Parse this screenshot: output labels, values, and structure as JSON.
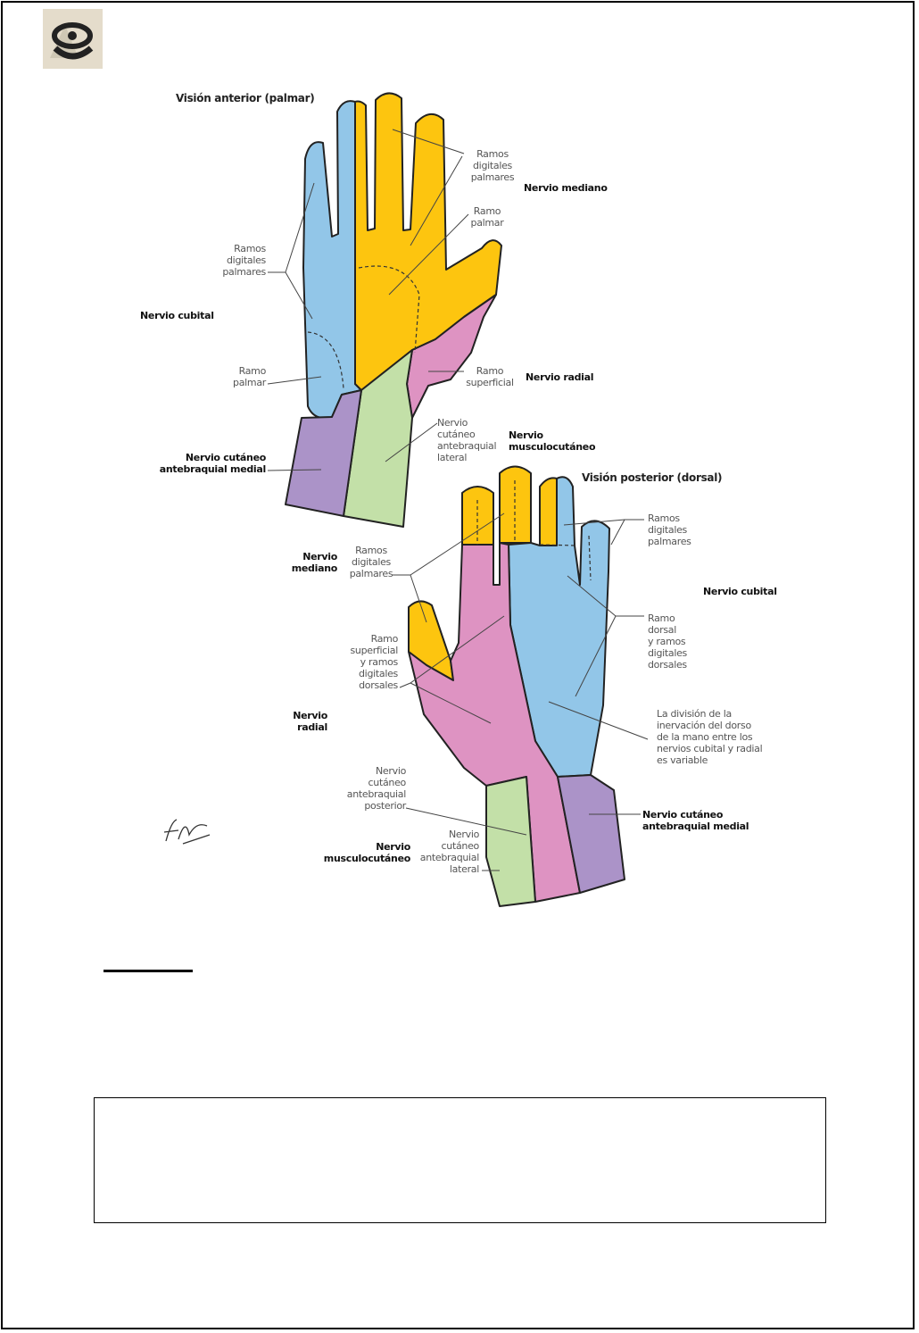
{
  "anterior": {
    "title": "Visión anterior (palmar)",
    "median_digital": [
      "Ramos",
      "digitales",
      "palmares"
    ],
    "median_palmar": [
      "Ramo",
      "palmar"
    ],
    "median_nerve": "Nervio mediano",
    "ulnar_digital": [
      "Ramos",
      "digitales",
      "palmares"
    ],
    "ulnar_nerve": "Nervio cubital",
    "ulnar_palmar": [
      "Ramo",
      "palmar"
    ],
    "radial_superficial": [
      "Ramo",
      "superficial"
    ],
    "radial_nerve": "Nervio radial",
    "lateral_cutaneous": [
      "Nervio",
      "cutáneo",
      "antebraquial",
      "lateral"
    ],
    "musculocutaneous": [
      "Nervio",
      "musculocutáneo"
    ],
    "medial_cutaneous": [
      "Nervio cutáneo",
      "antebraquial medial"
    ]
  },
  "posterior": {
    "title": "Visión posterior (dorsal)",
    "ulnar_digital": [
      "Ramos",
      "digitales",
      "palmares"
    ],
    "ulnar_nerve": "Nervio cubital",
    "ulnar_dorsal": [
      "Ramo",
      "dorsal",
      "y ramos",
      "digitales",
      "dorsales"
    ],
    "variable_note": [
      "La división de la",
      "inervación del dorso",
      "de la mano entre los",
      "nervios cubital y radial",
      "es variable"
    ],
    "medial_cutaneous": [
      "Nervio cutáneo",
      "antebraquial medial"
    ],
    "median_nerve": [
      "Nervio",
      "mediano"
    ],
    "median_digital": [
      "Ramos",
      "digitales",
      "palmares"
    ],
    "radial_superficial": [
      "Ramo",
      "superficial",
      "y ramos",
      "digitales",
      "dorsales"
    ],
    "radial_nerve": [
      "Nervio",
      "radial"
    ],
    "posterior_cutaneous": [
      "Nervio",
      "cutáneo",
      "antebraquial",
      "posterior"
    ],
    "musculocutaneous": [
      "Nervio",
      "musculocutáneo"
    ],
    "lateral_cutaneous": [
      "Nervio",
      "cutáneo",
      "antebraquial",
      "lateral"
    ]
  },
  "signature": "F. Netter",
  "colors": {
    "ulnar": "#92c6e8",
    "median": "#fdc50f",
    "radial": "#de93c2",
    "musculocutaneous": "#c3e0a8",
    "medial_cutaneous": "#ab93c8"
  }
}
